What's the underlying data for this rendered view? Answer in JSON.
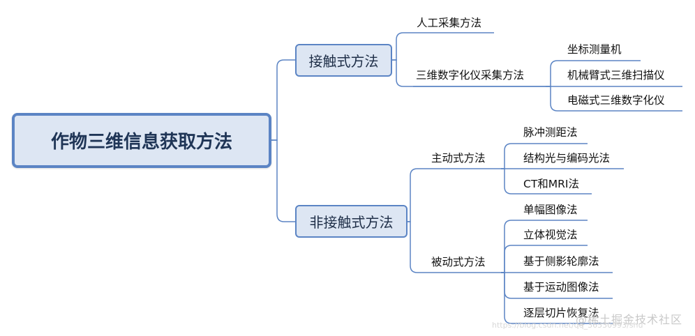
{
  "colors": {
    "line": "#5b84c4",
    "box_fill": "#dde6f3",
    "root_text": "#1f3556"
  },
  "root": "作物三维信息获取方法",
  "contact": {
    "label": "接触式方法",
    "manual": "人工采集方法",
    "digitizer": {
      "label": "三维数字化仪采集方法",
      "items": [
        "坐标测量机",
        "机械臂式三维扫描仪",
        "电磁式三维数字化仪"
      ]
    }
  },
  "noncontact": {
    "label": "非接触式方法",
    "active": {
      "label": "主动式方法",
      "items": [
        "脉冲测距法",
        "结构光与编码光法",
        "CT和MRI法"
      ]
    },
    "passive": {
      "label": "被动式方法",
      "items": [
        "单幅图像法",
        "立体视觉法",
        "基于侧影轮廓法",
        "基于运动图像法",
        "逐层切片恢复法"
      ]
    }
  },
  "watermark": "@稀土掘金技术社区",
  "watermark_url": "https://blog.csdn.net/qq_36530993/shu"
}
